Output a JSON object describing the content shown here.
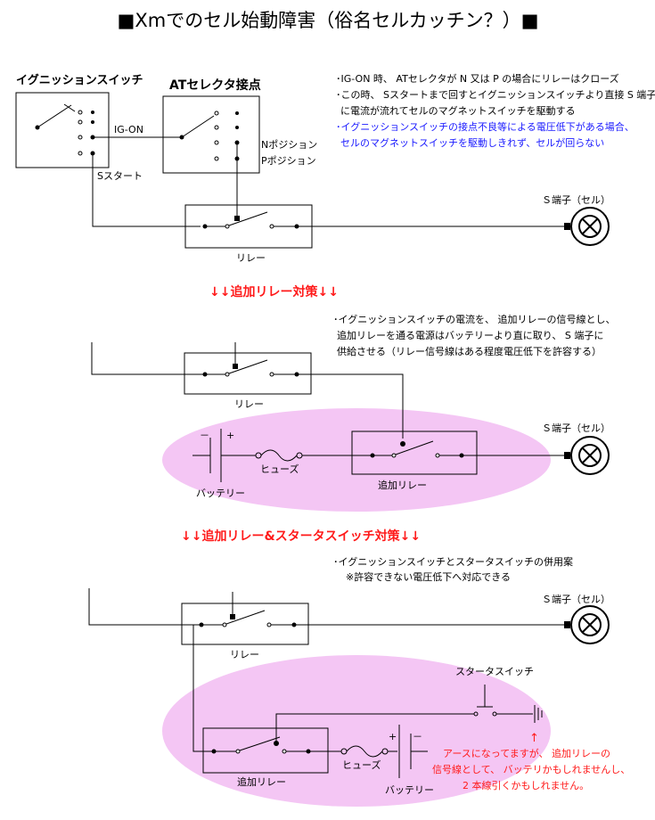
{
  "title": "■Xmでのセル始動障害（俗名セルカッチン？）■",
  "section1": {
    "ignition_switch_label": "イグニッションスイッチ",
    "at_selector_label": "ATセレクタ接点",
    "ig_on_label": "IG-ON",
    "s_start_label": "Sスタート",
    "n_position_label": "Nポジション",
    "p_position_label": "Pポジション",
    "relay_label": "リレー",
    "s_terminal_label": "Ｓ端子（セル）",
    "notes": [
      "･IG-ON 時、 ATセレクタが N 又は P の場合にリレーはクローズ",
      "･この時、 Sスタートまで回すとイグニッションスイッチより直接 S 端子",
      "に電流が流れてセルのマグネットスイッチを駆動する"
    ],
    "notes_blue": [
      "･イグニッションスイッチの接点不良等による電圧低下がある場合、",
      "セルのマグネットスイッチを駆動しきれず、セルが回らない"
    ]
  },
  "section2": {
    "heading": "↓↓追加リレー対策↓↓",
    "relay_label": "リレー",
    "battery_label": "バッテリー",
    "fuse_label": "ヒューズ",
    "added_relay_label": "追加リレー",
    "s_terminal_label": "Ｓ端子（セル）",
    "plus_label": "+",
    "minus_label": "－",
    "notes": [
      "･イグニッションスイッチの電流を、 追加リレーの信号線とし、",
      "追加リレーを通る電源はバッテリーより直に取り、 S 端子に",
      "供給させる（リレー信号線はある程度電圧低下を許容する）"
    ]
  },
  "section3": {
    "heading": "↓↓追加リレー&スタータスイッチ対策↓↓",
    "relay_label": "リレー",
    "starter_switch_label": "スタータスイッチ",
    "added_relay_label": "追加リレー",
    "fuse_label": "ヒューズ",
    "battery_label": "バッテリー",
    "s_terminal_label": "Ｓ端子（セル）",
    "plus_label": "+",
    "minus_label": "－",
    "notes": [
      "･イグニッションスイッチとスタータスイッチの併用案",
      "※許容できない電圧低下へ対応できる"
    ],
    "arrow_label": "↑",
    "red_notes": [
      "アースになってますが、 追加リレーの",
      "信号線として、 バッテリかもしれませんし、",
      "2 本線引くかもしれません。"
    ]
  },
  "colors": {
    "highlight": "#f4c6f4",
    "note_blue": "#1a1aff",
    "note_red": "#ff1a1a",
    "heading_red": "#ff1a1a"
  }
}
